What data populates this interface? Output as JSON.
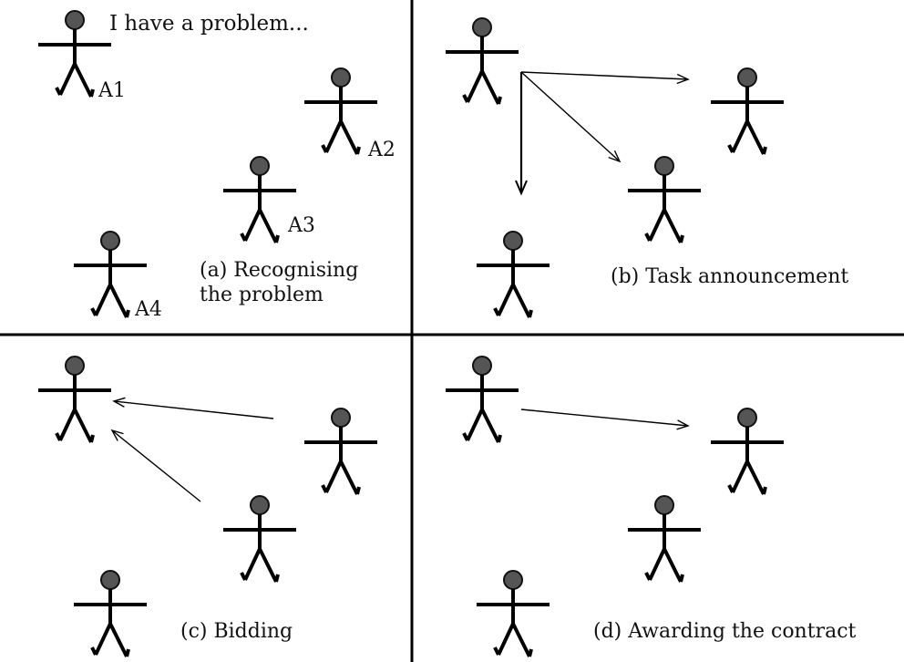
{
  "panels": {
    "a": {
      "speech": "I have a problem...",
      "agents": [
        "A1",
        "A2",
        "A3",
        "A4"
      ],
      "caption_line1": "(a) Recognising",
      "caption_line2": "the problem"
    },
    "b": {
      "caption": "(b) Task announcement"
    },
    "c": {
      "caption": "(c) Bidding"
    },
    "d": {
      "caption": "(d) Awarding the contract"
    }
  },
  "colors": {
    "head_fill": "#555555",
    "line": "#000000"
  }
}
